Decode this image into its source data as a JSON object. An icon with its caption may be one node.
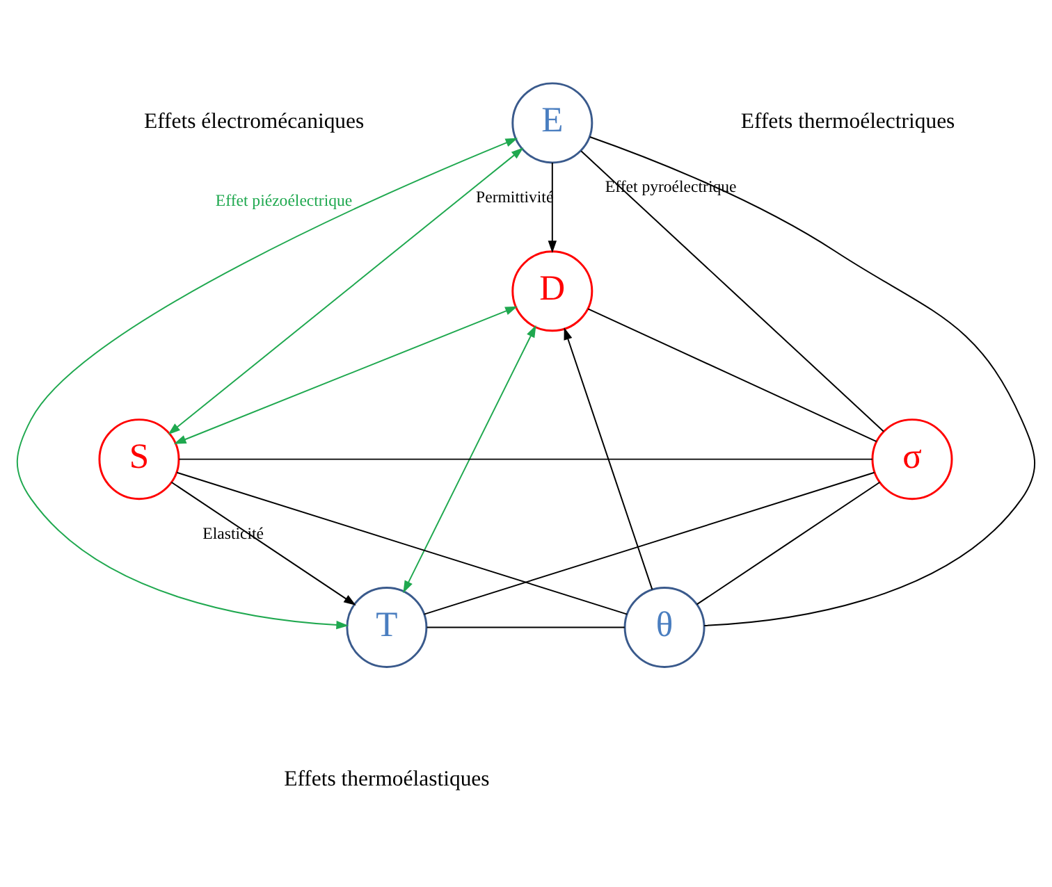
{
  "diagram": {
    "nodes": [
      {
        "text": [
          "E"
        ]
      },
      {
        "text": [
          "D"
        ]
      },
      {
        "text": [
          "S"
        ]
      },
      {
        "text": [
          "σ"
        ]
      },
      {
        "text": [
          "T"
        ]
      },
      {
        "text": [
          "θ"
        ]
      }
    ],
    "edges": [
      {
        "from": 0,
        "to": 1,
        "arrow": "to",
        "label": "Permittivité"
      },
      {
        "from": 4,
        "to": 0,
        "arrow": "both",
        "color": "#1fa84f",
        "label": "Effet piézoélectrique"
      },
      {
        "from": 0,
        "to": 2,
        "arrow": "both",
        "color": "#1fa84f"
      },
      {
        "from": 1,
        "to": 4,
        "arrow": "both",
        "color": "#1fa84f"
      },
      {
        "from": 1,
        "to": 2,
        "arrow": "both",
        "color": "#1fa84f"
      },
      {
        "from": 0,
        "to": 3,
        "arrow": "none"
      },
      {
        "from": 0,
        "to": 5,
        "arrow": "none",
        "label": "Effet pyroélectrique"
      },
      {
        "from": 5,
        "to": 1,
        "arrow": "to"
      },
      {
        "from": 1,
        "to": 3,
        "arrow": "none"
      },
      {
        "from": 2,
        "to": 3,
        "arrow": "none"
      },
      {
        "from": 2,
        "to": 4,
        "arrow": "to",
        "label": "Elasticité"
      },
      {
        "from": 3,
        "to": 4,
        "arrow": "none"
      },
      {
        "from": 2,
        "to": 5,
        "arrow": "none"
      },
      {
        "from": 3,
        "to": 5,
        "arrow": "none"
      },
      {
        "from": 4,
        "to": 5,
        "arrow": "none"
      }
    ],
    "labels": [
      "Effets électromécaniques",
      "Effets thermoélectriques",
      "Effets thermoélastiques"
    ]
  }
}
